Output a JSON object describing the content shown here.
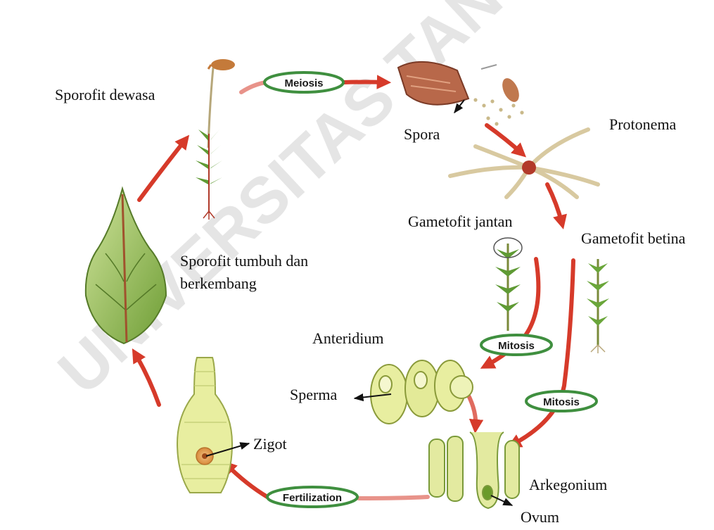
{
  "diagram": {
    "watermark": "UNIVERSITAS TANJUNGPURA",
    "labels": {
      "sporofit_dewasa": "Sporofit  dewasa",
      "spora": "Spora",
      "protonema": "Protonema",
      "gametofit_jantan": "Gametofit jantan",
      "gametofit_betina": "Gametofit betina",
      "sporofit_tumbuh_line1": "Sporofit  tumbuh dan",
      "sporofit_tumbuh_line2": "berkembang",
      "anteridium": "Anteridium",
      "sperma": "Sperma",
      "zigot": "Zigot",
      "arkegonium": "Arkegonium",
      "ovum": "Ovum"
    },
    "process_labels": {
      "meiosis": "Meiosis",
      "mitosis_male": "Mitosis",
      "mitosis_female": "Mitosis",
      "fertilization": "Fertilization"
    },
    "colors": {
      "cycle_arrow": "#d63a2a",
      "pill_fill": "#ffffff",
      "pill_border": "#3f8f3f",
      "plant_green": "#6fa83c",
      "cell_yellow": "#e8eea0",
      "watermark": "#c8c8c8"
    }
  }
}
